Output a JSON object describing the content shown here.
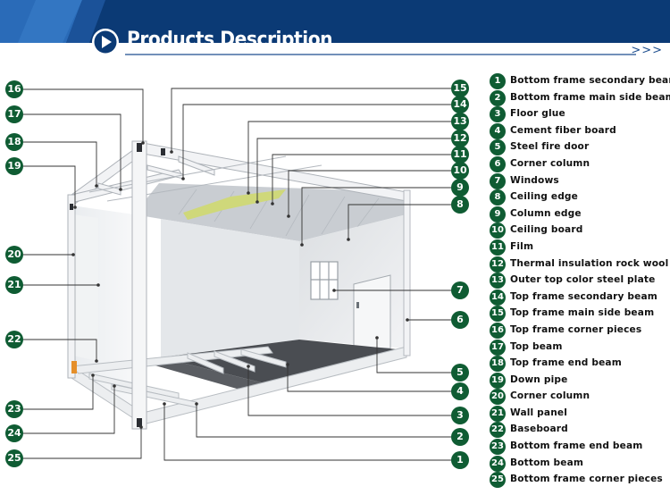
{
  "header": {
    "title": "Products Description",
    "arrows": ">>>",
    "colors": {
      "banner": "#0d3f7d",
      "banner_dark": "#082c5e",
      "accent_line": "#1d4e8f"
    }
  },
  "callouts": [
    "16",
    "17",
    "18",
    "19",
    "20",
    "21",
    "22",
    "23",
    "24",
    "25",
    "15",
    "14",
    "13",
    "12",
    "11",
    "10",
    "9",
    "8",
    "7",
    "6",
    "5",
    "4",
    "3",
    "2",
    "1"
  ],
  "legend": [
    {
      "num": "1",
      "label": "Bottom frame secondary beam"
    },
    {
      "num": "2",
      "label": "Bottom frame main side beam"
    },
    {
      "num": "3",
      "label": "Floor glue"
    },
    {
      "num": "4",
      "label": "Cement fiber board"
    },
    {
      "num": "5",
      "label": "Steel fire door"
    },
    {
      "num": "6",
      "label": "Corner column"
    },
    {
      "num": "7",
      "label": "Windows"
    },
    {
      "num": "8",
      "label": "Ceiling edge"
    },
    {
      "num": "9",
      "label": "Column edge"
    },
    {
      "num": "10",
      "label": "Ceiling board"
    },
    {
      "num": "11",
      "label": "Film"
    },
    {
      "num": "12",
      "label": "Thermal insulation rock wool"
    },
    {
      "num": "13",
      "label": "Outer top color steel plate"
    },
    {
      "num": "14",
      "label": "Top frame secondary beam"
    },
    {
      "num": "15",
      "label": "Top frame main side beam"
    },
    {
      "num": "16",
      "label": "Top frame corner pieces"
    },
    {
      "num": "17",
      "label": "Top beam"
    },
    {
      "num": "18",
      "label": "Top frame end beam"
    },
    {
      "num": "19",
      "label": "Down pipe"
    },
    {
      "num": "20",
      "label": "Corner column"
    },
    {
      "num": "21",
      "label": "Wall panel"
    },
    {
      "num": "22",
      "label": "Baseboard"
    },
    {
      "num": "23",
      "label": "Bottom frame end beam"
    },
    {
      "num": "24",
      "label": "Bottom beam"
    },
    {
      "num": "25",
      "label": "Bottom frame corner pieces"
    }
  ],
  "accent_color": "#0f5c33"
}
